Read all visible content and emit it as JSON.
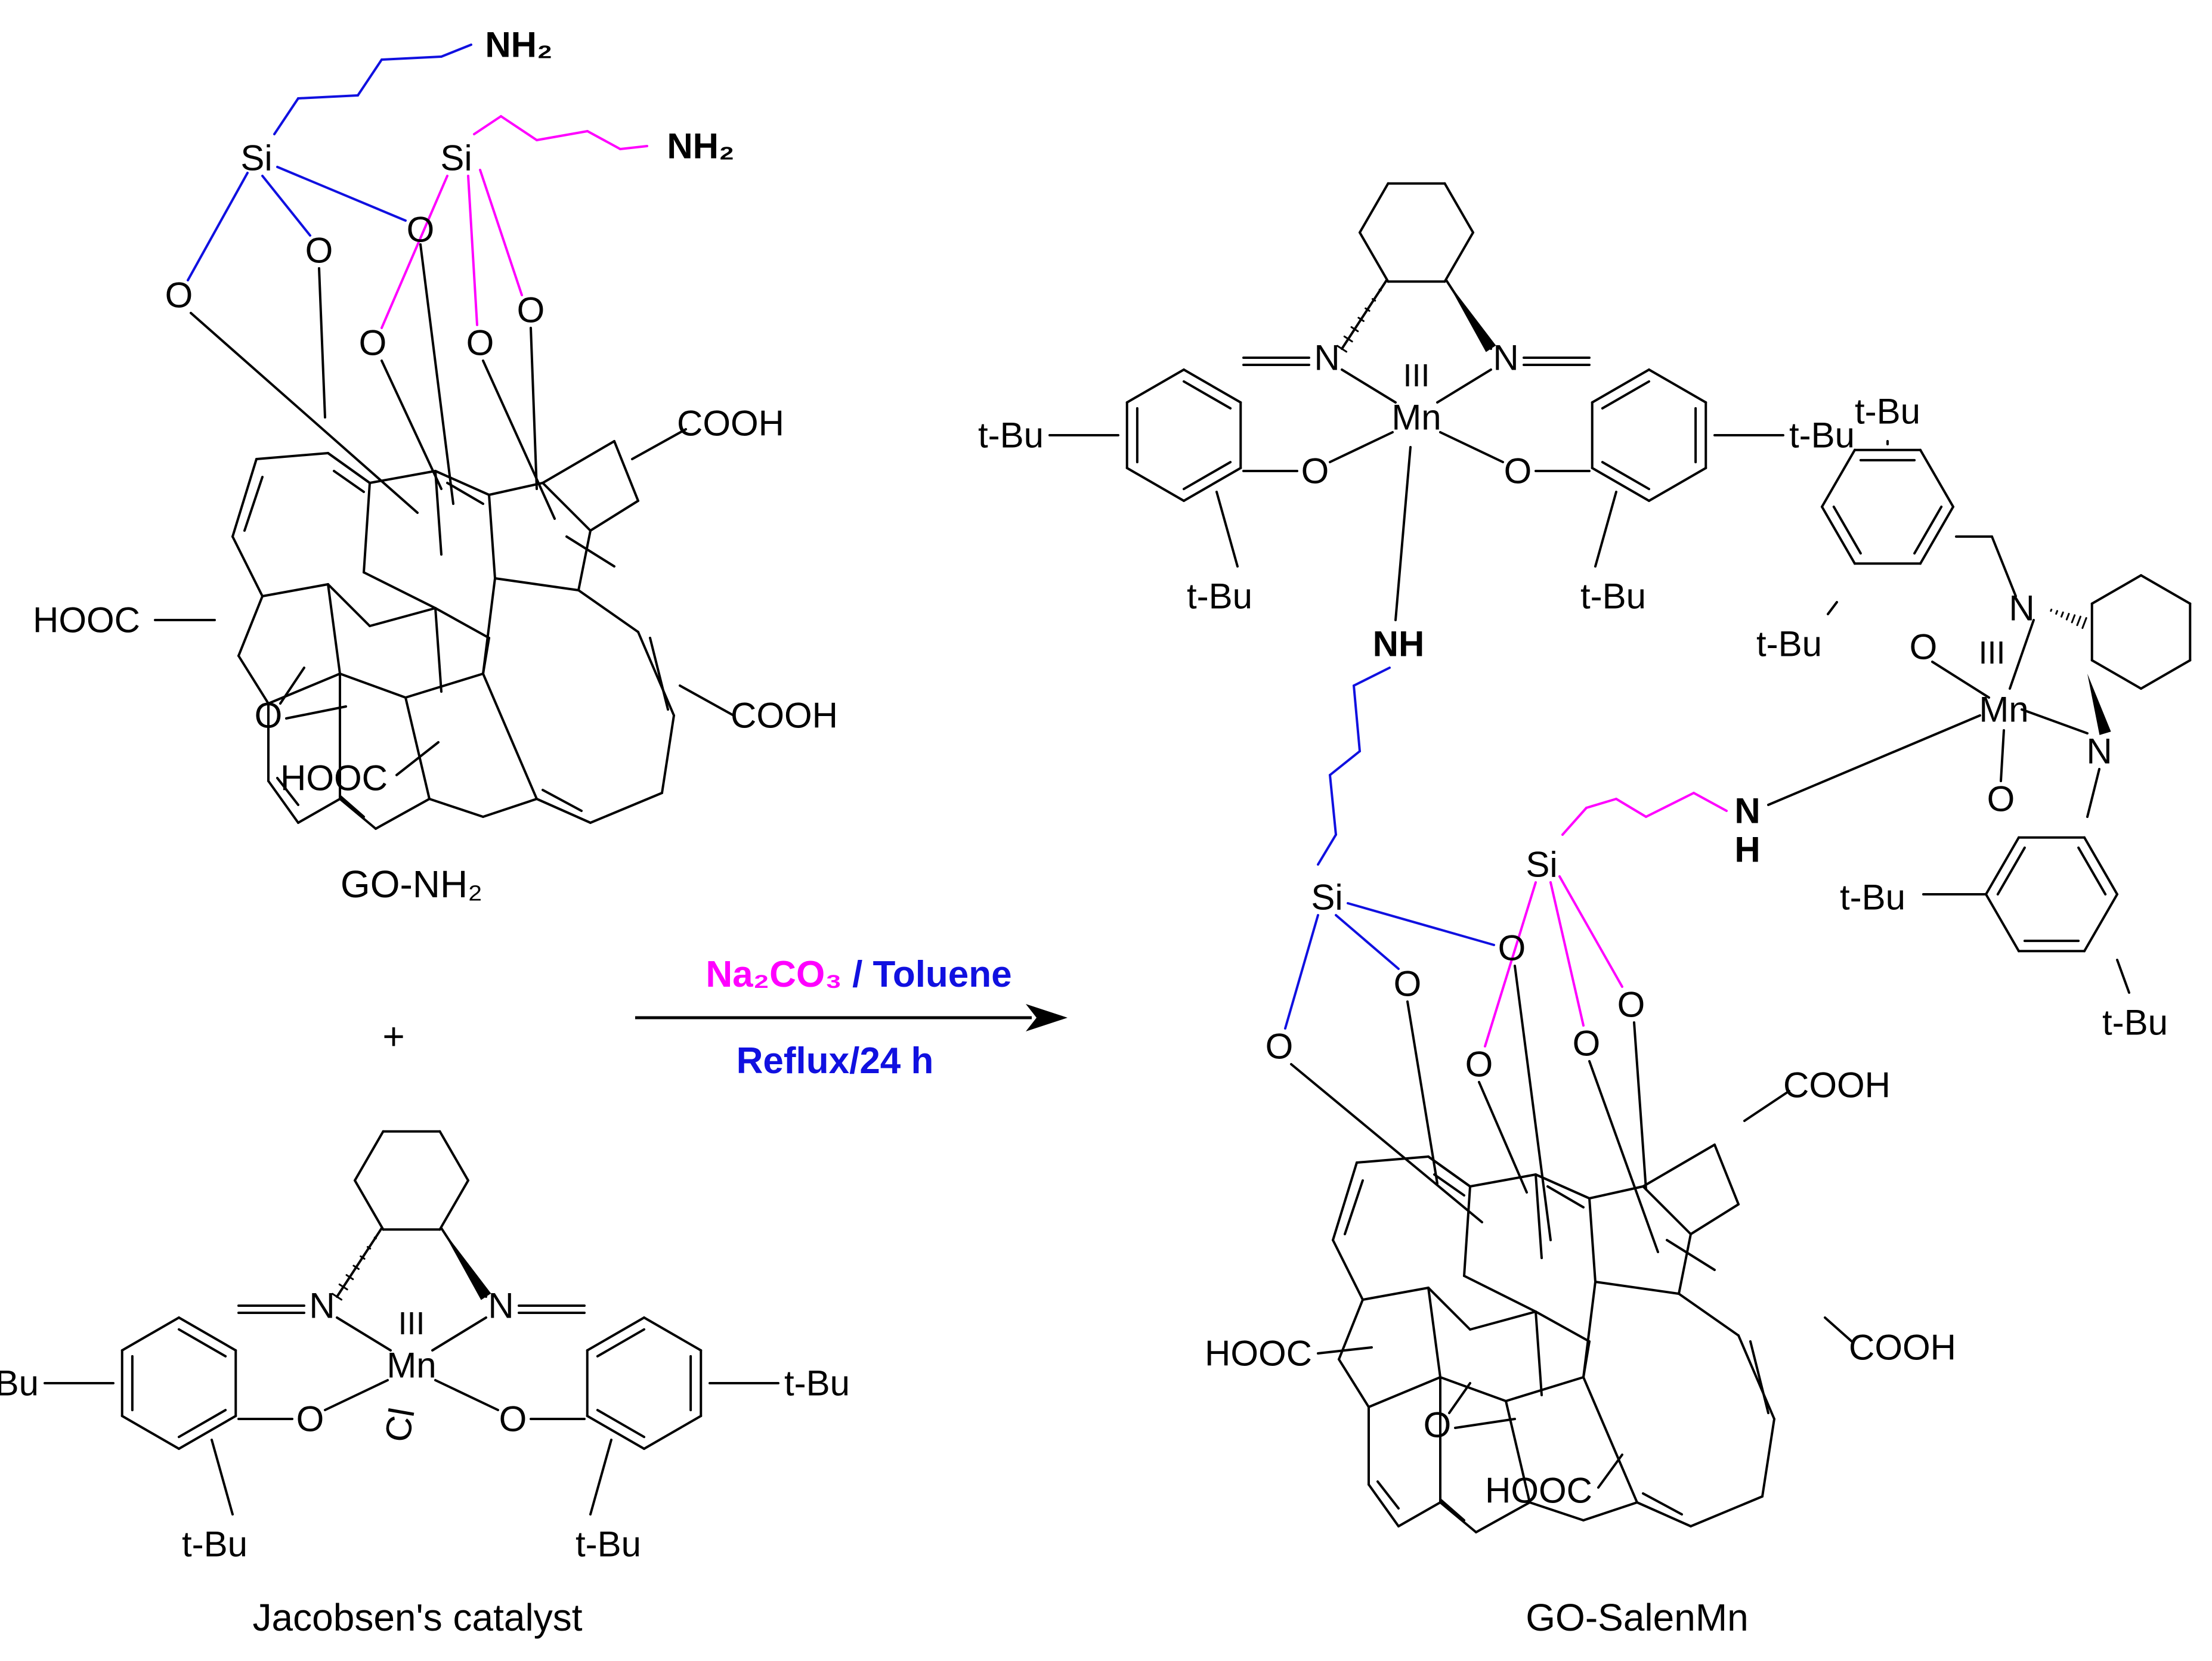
{
  "labels": {
    "go_nh2": "GO-NH₂",
    "jacobsen": "Jacobsen's catalyst",
    "product": "GO-SalenMn",
    "plus": "+"
  },
  "conditions": {
    "reagent": "Na₂CO₃",
    "separator": " / ",
    "solvent": "Toluene",
    "time": "Reflux/24 h"
  },
  "atoms": {
    "si": "Si",
    "o": "O",
    "n": "N",
    "mn": "Mn",
    "ox_state": "III",
    "cl": "Cl",
    "nh2": "NH₂",
    "nh": "NH",
    "n_of_nh": "N",
    "h_of_nh": "H",
    "cooh": "COOH",
    "hooc": "HOOC",
    "tbu": "t-Bu"
  },
  "colors": {
    "blue": "#1010e0",
    "magenta": "#ff00ff",
    "black": "#000000"
  }
}
